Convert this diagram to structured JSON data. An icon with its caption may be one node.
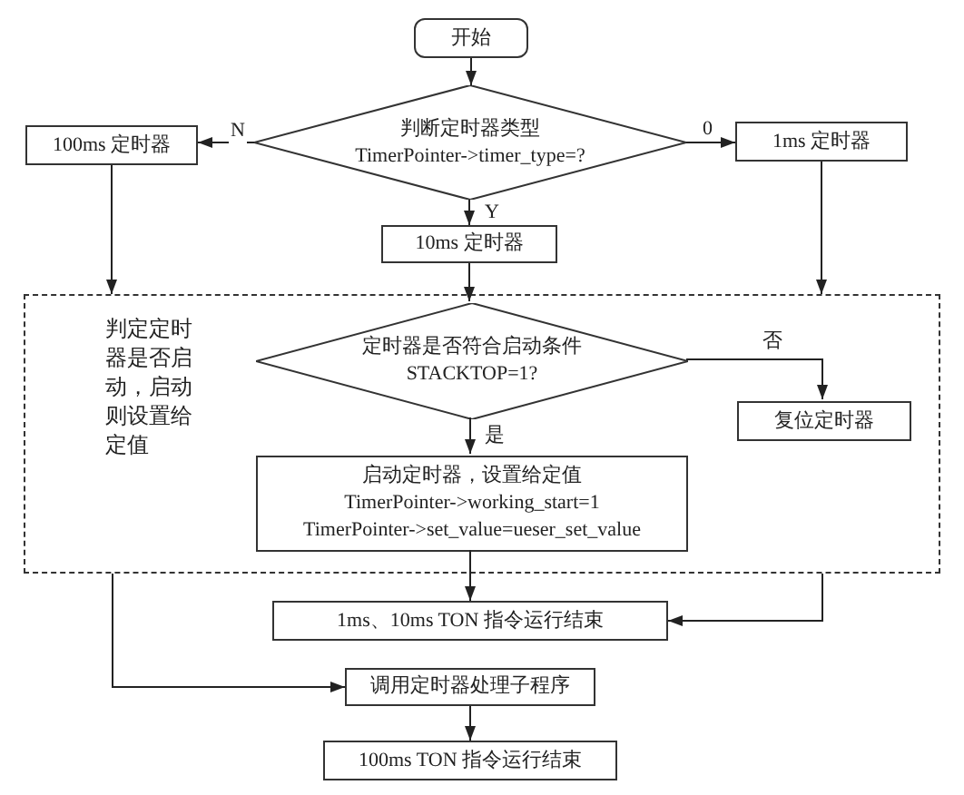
{
  "diagram": {
    "nodes": [
      {
        "text": [
          "开始"
        ]
      },
      {
        "text": [
          "判断定时器类型",
          "TimerPointer->timer_type=?"
        ]
      },
      {
        "text": [
          "100ms 定时器"
        ]
      },
      {
        "text": [
          "1ms 定时器"
        ]
      },
      {
        "text": [
          "10ms 定时器"
        ]
      },
      {
        "text": [
          "判定定时器是否启动，启动则设置给定值"
        ]
      },
      {
        "text": [
          "定时器是否符合启动条件",
          "STACKTOP=1?"
        ],
        "in": 5
      },
      {
        "text": [
          "复位定时器"
        ],
        "in": 5
      },
      {
        "text": [
          "启动定时器，设置给定值",
          "TimerPointer->working_start=1",
          "TimerPointer->set_value=ueser_set_value"
        ],
        "in": 5
      },
      {
        "text": [
          "1ms、10ms TON 指令运行结束"
        ]
      },
      {
        "text": [
          "调用定时器处理子程序"
        ]
      },
      {
        "text": [
          "100ms TON 指令运行结束"
        ]
      }
    ],
    "edges": [
      {
        "from": 0,
        "to": 1,
        "arrow": "to"
      },
      {
        "from": 1,
        "to": 2,
        "arrow": "to",
        "label": "N"
      },
      {
        "from": 1,
        "to": 3,
        "arrow": "to",
        "label": "0"
      },
      {
        "from": 1,
        "to": 4,
        "arrow": "to",
        "label": "Y"
      },
      {
        "from": 2,
        "to": 5,
        "arrow": "to"
      },
      {
        "from": 3,
        "to": 5,
        "arrow": "to"
      },
      {
        "from": 4,
        "to": 6,
        "arrow": "to"
      },
      {
        "from": 6,
        "to": 7,
        "arrow": "to",
        "label": "否"
      },
      {
        "from": 6,
        "to": 8,
        "arrow": "to",
        "label": "是"
      },
      {
        "from": 8,
        "to": 9,
        "arrow": "to"
      },
      {
        "from": 5,
        "to": 9,
        "arrow": "to"
      },
      {
        "from": 5,
        "to": 10,
        "arrow": "to"
      },
      {
        "from": 10,
        "to": 11,
        "arrow": "to"
      }
    ]
  }
}
